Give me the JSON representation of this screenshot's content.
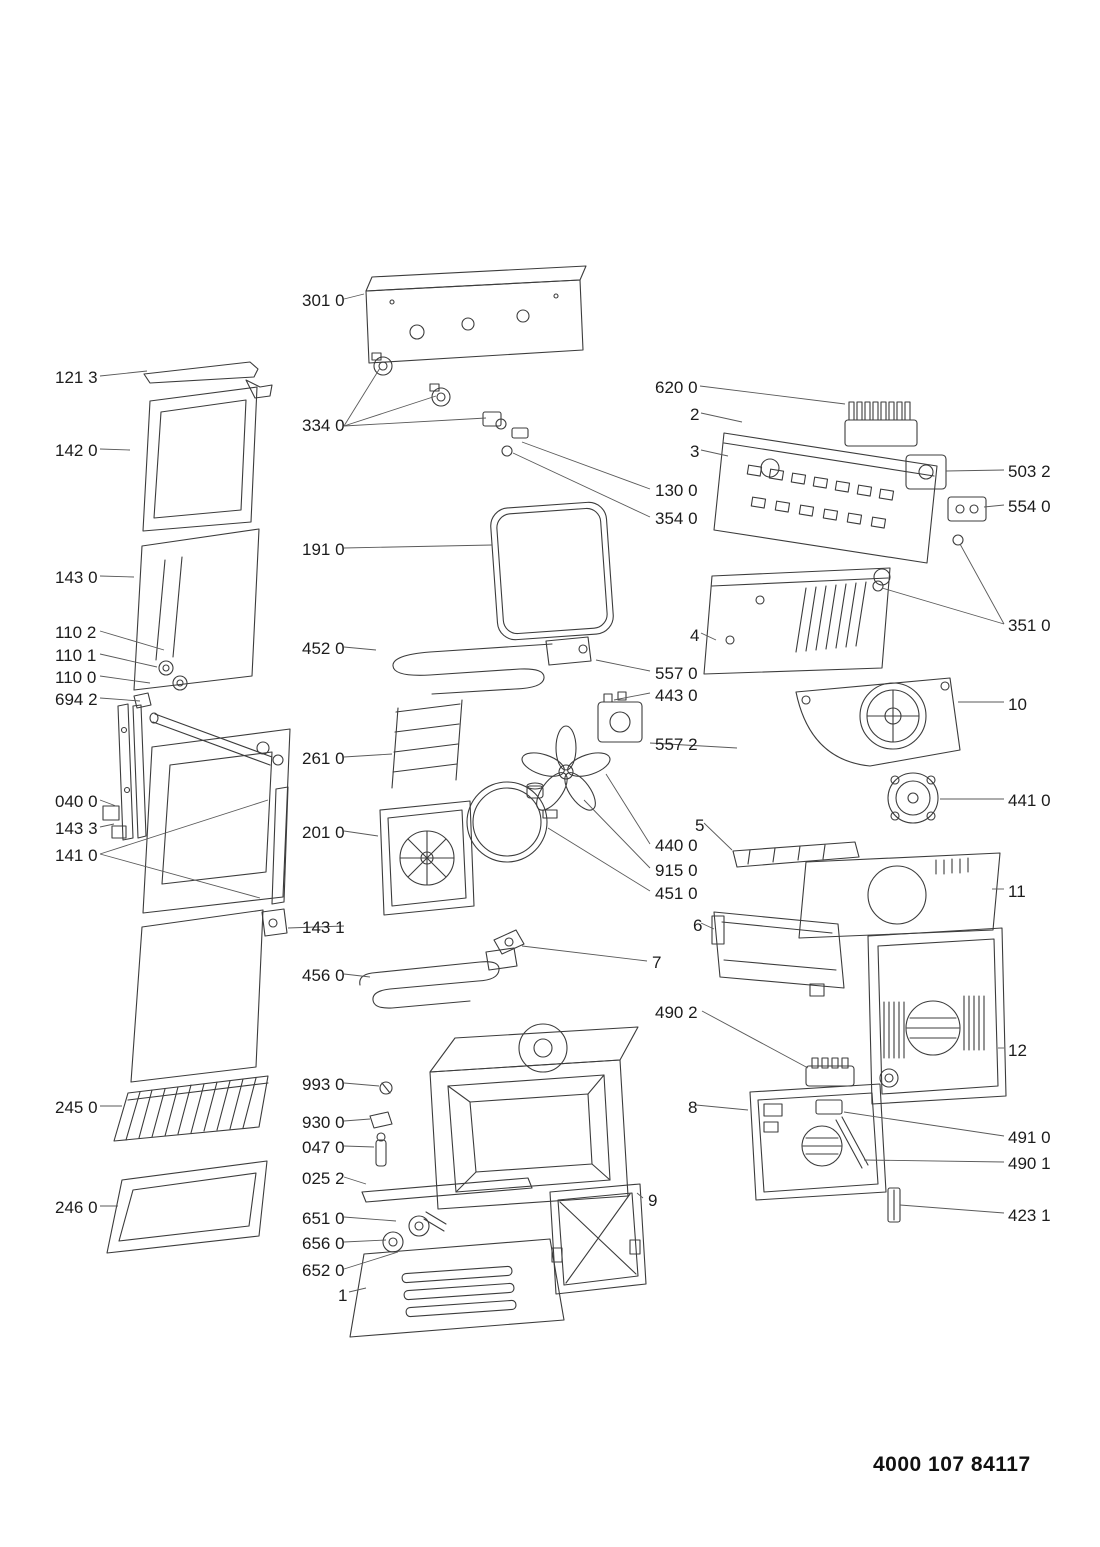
{
  "document": {
    "footer": {
      "part_number": "4000 107 84117"
    },
    "colors": {
      "ink": "#1c1c1c",
      "line": "#3c3c3c",
      "background": "#ffffff"
    }
  },
  "labels": [
    {
      "text": "121 3"
    },
    {
      "text": "142 0"
    },
    {
      "text": "143 0"
    },
    {
      "text": "110 2"
    },
    {
      "text": "110 1"
    },
    {
      "text": "110 0"
    },
    {
      "text": "694 2"
    },
    {
      "text": "040 0"
    },
    {
      "text": "143 3"
    },
    {
      "text": "141 0"
    },
    {
      "text": "245 0"
    },
    {
      "text": "246 0"
    },
    {
      "text": "301 0"
    },
    {
      "text": "334 0"
    },
    {
      "text": "191 0"
    },
    {
      "text": "452 0"
    },
    {
      "text": "261 0"
    },
    {
      "text": "201 0"
    },
    {
      "text": "143 1"
    },
    {
      "text": "456 0"
    },
    {
      "text": "993 0"
    },
    {
      "text": "930 0"
    },
    {
      "text": "047 0"
    },
    {
      "text": "025 2"
    },
    {
      "text": "651 0"
    },
    {
      "text": "656 0"
    },
    {
      "text": "652 0"
    },
    {
      "text": "130 0"
    },
    {
      "text": "354 0"
    },
    {
      "text": "620 0"
    },
    {
      "text": "2"
    },
    {
      "text": "3"
    },
    {
      "text": "503 2"
    },
    {
      "text": "554 0"
    },
    {
      "text": "351 0"
    },
    {
      "text": "4"
    },
    {
      "text": "557 0"
    },
    {
      "text": "443 0"
    },
    {
      "text": "10"
    },
    {
      "text": "557 2"
    },
    {
      "text": "441 0"
    },
    {
      "text": "5"
    },
    {
      "text": "440 0"
    },
    {
      "text": "915 0"
    },
    {
      "text": "451 0"
    },
    {
      "text": "11"
    },
    {
      "text": "6"
    },
    {
      "text": "7"
    },
    {
      "text": "490 2"
    },
    {
      "text": "12"
    },
    {
      "text": "8"
    },
    {
      "text": "491 0"
    },
    {
      "text": "490 1"
    },
    {
      "text": "9"
    },
    {
      "text": "423 1"
    },
    {
      "text": "1"
    }
  ]
}
